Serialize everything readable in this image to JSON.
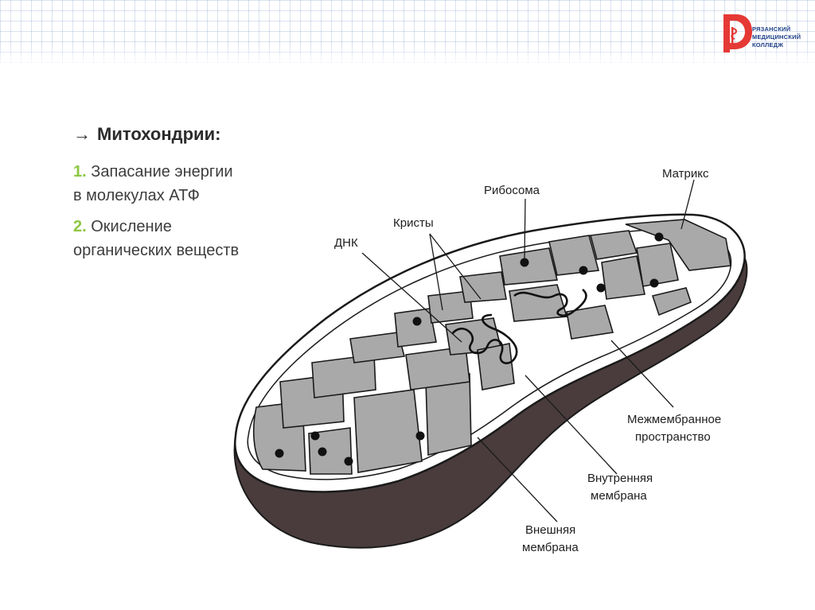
{
  "logo": {
    "line1": "РЯЗАНСКИЙ",
    "line2": "МЕДИЦИНСКИЙ",
    "line3": "КОЛЛЕДЖ",
    "icon": "medical-college-logo-icon",
    "brand_color": "#e53935",
    "text_color": "#1f3f88"
  },
  "heading": {
    "arrow": "→",
    "title": "Митохондрии:"
  },
  "points": [
    {
      "num": "1.",
      "line1": "Запасание энергии",
      "line2": "в молекулах АТФ"
    },
    {
      "num": "2.",
      "line1": "Окисление",
      "line2": "органических веществ"
    }
  ],
  "accent_color": "#8cc63f",
  "diagram": {
    "labels": {
      "matrix": "Матрикс",
      "ribosome": "Рибосома",
      "cristae": "Кристы",
      "dna": "ДНК",
      "intermembrane_1": "Межмембранное",
      "intermembrane_2": "пространство",
      "inner_1": "Внутренняя",
      "inner_2": "мембрана",
      "outer_1": "Внешняя",
      "outer_2": "мембрана"
    },
    "colors": {
      "outer_wall": "#4a3c3d",
      "matrix_fill": "#a9a9a9",
      "lumen": "#ffffff",
      "line": "#1a1a1a"
    }
  }
}
